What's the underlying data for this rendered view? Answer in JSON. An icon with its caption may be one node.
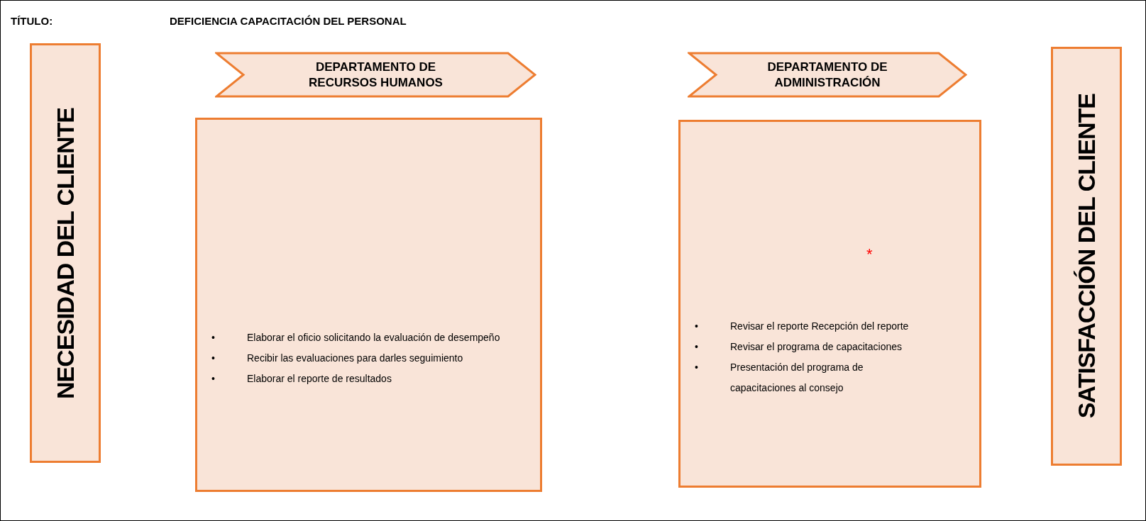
{
  "diagram": {
    "title": "DEFICIENCIA CAPACITACIÓN DEL PERSONAL",
    "nodes": [
      {
        "text": [
          "NECESIDAD DEL CLIENTE"
        ]
      },
      {
        "text": [
          "DEPARTAMENTO DE RECURSOS HUMANOS"
        ]
      },
      {
        "text": [
          "• Elaborar el oficio solicitando la evaluación de desempeño",
          "• Recibir las evaluaciones para darles seguimiento",
          "• Elaborar el reporte de resultados"
        ]
      },
      {
        "text": [
          "DEPARTAMENTO DE ADMINISTRACIÓN"
        ]
      },
      {
        "text": [
          "• Revisar el reporte Recepción del reporte",
          "• Revisar el programa de capacitaciones",
          "• Presentación del programa de capacitaciones al consejo"
        ]
      },
      {
        "text": [
          "SATISFACCIÓN DEL CLIENTE"
        ]
      }
    ],
    "labels": [
      "TÍTULO:",
      "*"
    ]
  }
}
